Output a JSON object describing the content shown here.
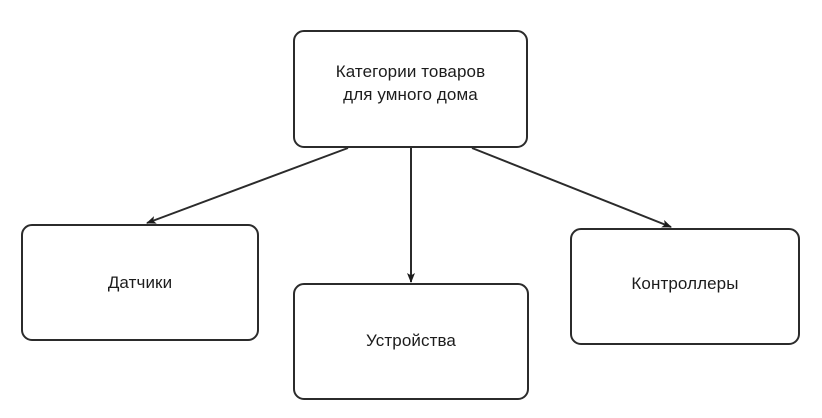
{
  "diagram": {
    "type": "tree",
    "background_color": "#ffffff",
    "stroke_color": "#2b2b2b",
    "text_color": "#1c1c1c",
    "root": {
      "id": "root",
      "label": "Категории товаров\nдля умного дома"
    },
    "children": [
      {
        "id": "sensors",
        "label": "Датчики"
      },
      {
        "id": "devices",
        "label": "Устройства"
      },
      {
        "id": "controllers",
        "label": "Контроллеры"
      }
    ],
    "edges": [
      {
        "from": "root",
        "to": "sensors",
        "style": "arrow"
      },
      {
        "from": "root",
        "to": "devices",
        "style": "arrow"
      },
      {
        "from": "root",
        "to": "controllers",
        "style": "arrow"
      }
    ]
  }
}
